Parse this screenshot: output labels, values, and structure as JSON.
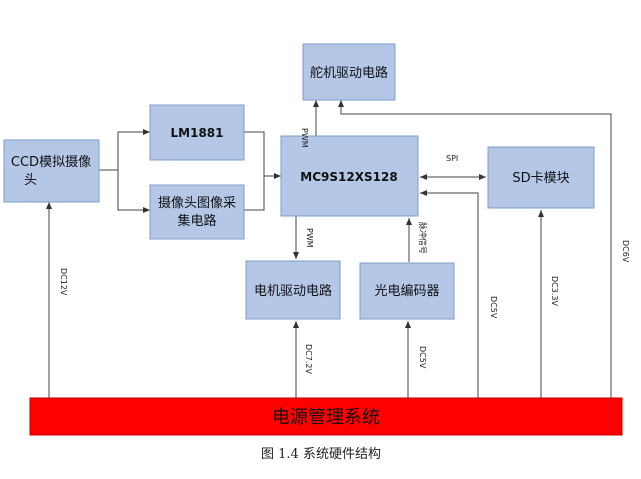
{
  "blocks": {
    "ccd": {
      "line1": "CCD模拟摄像",
      "line2": "头"
    },
    "lm1881": "LM1881",
    "capture": {
      "line1": "摄像头图像采",
      "line2": "集电路"
    },
    "mcu": "MC9S12XS128",
    "servo": "舵机驱动电路",
    "sd": "SD卡模块",
    "motor": "电机驱动电路",
    "encoder": "光电编码器",
    "power": "电源管理系统"
  },
  "labels": {
    "pwm_servo": "PWM",
    "pwm_motor": "PWM",
    "spi": "SPI",
    "pulse": "脉冲信号",
    "dc12v": "DC12V",
    "dc72v": "DC7.2V",
    "dc5v_encoder": "DC5V",
    "dc5v_mcu": "DC5V",
    "dc33v": "DC3.3V",
    "dc6v": "DC6V"
  },
  "caption": "图 1.4  系统硬件结构"
}
